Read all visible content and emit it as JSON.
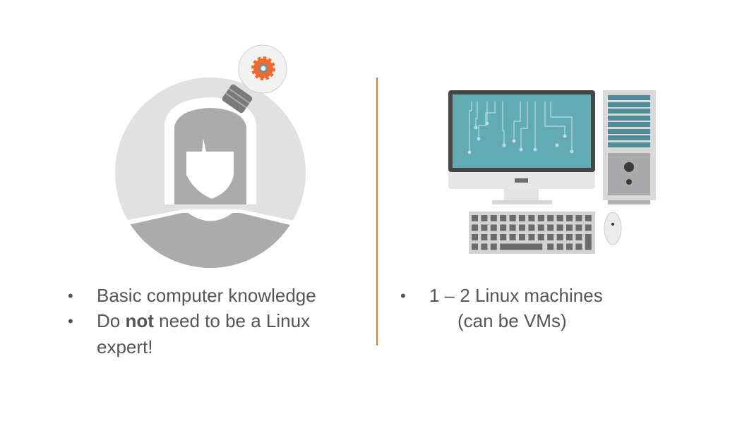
{
  "left": {
    "bullets": [
      {
        "text": "Basic computer knowledge"
      },
      {
        "pre": "Do ",
        "bold": "not",
        "post": " need to be a Linux",
        "cont": "expert!"
      }
    ]
  },
  "right": {
    "bullets": [
      {
        "text": "1 – 2 Linux machines",
        "cont": "(can be VMs)"
      }
    ]
  },
  "bullet_char": "•",
  "colors": {
    "accent": "#f07c2c",
    "screen": "#62abb5",
    "text": "#555555"
  }
}
